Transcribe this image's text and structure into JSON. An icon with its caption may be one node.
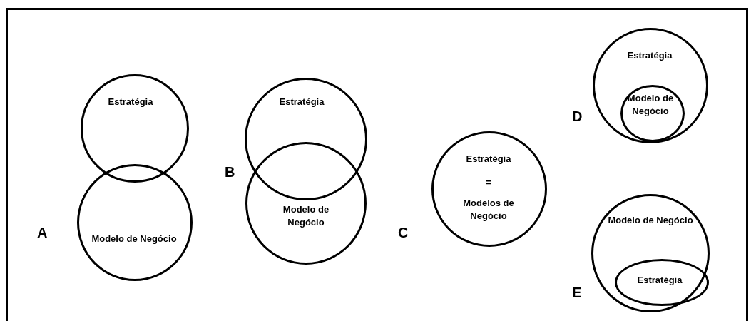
{
  "diagram": {
    "nodes": [
      {
        "text": [
          "Estratégia"
        ]
      },
      {
        "text": [
          "Modelo de Negócio"
        ]
      },
      {
        "text": [
          "Estratégia"
        ]
      },
      {
        "text": [
          "Modelo de Negócio"
        ]
      },
      {
        "text": [
          "Estratégia",
          "=",
          "Modelos de Negócio"
        ]
      },
      {
        "text": [
          "Estratégia"
        ]
      },
      {
        "text": [
          "Modelo de Negócio"
        ],
        "in": 5
      },
      {
        "text": [
          "Modelo de Negócio"
        ]
      },
      {
        "text": [
          "Estratégia"
        ],
        "in": 7
      }
    ],
    "labels": [
      "A",
      "B",
      "C",
      "D",
      "E"
    ]
  }
}
